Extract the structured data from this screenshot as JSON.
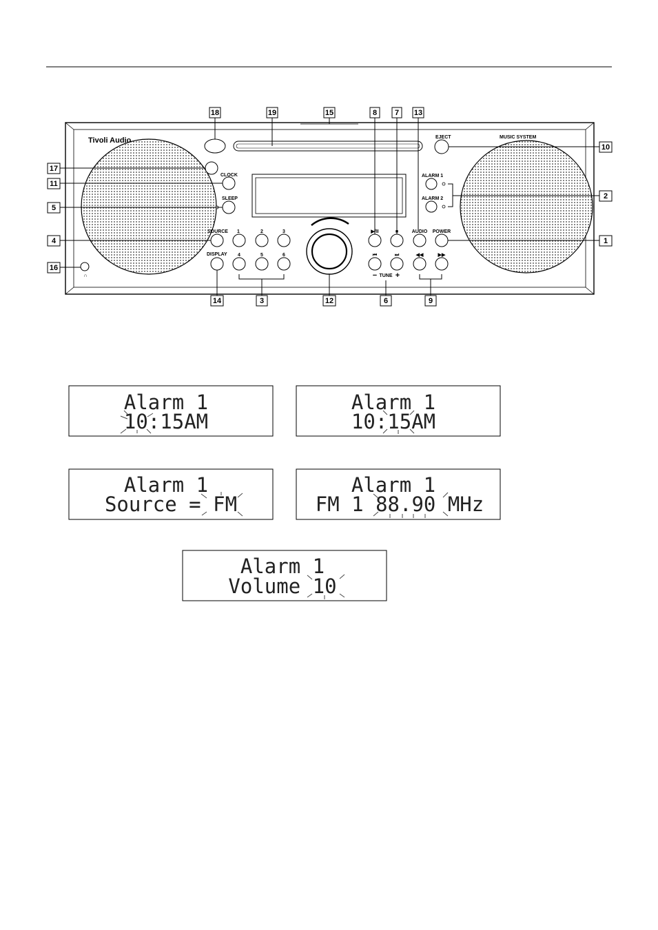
{
  "brand": "Tivoli Audio",
  "model": "MUSIC SYSTEM",
  "buttons": {
    "clock": "CLOCK",
    "sleep": "SLEEP",
    "source": "SOURCE",
    "display": "DISPLAY",
    "preset1": "1",
    "preset2": "2",
    "preset3": "3",
    "preset4": "4",
    "preset5": "5",
    "preset6": "6",
    "play_pause": "▶/II",
    "stop": "■",
    "audio": "AUDIO",
    "power": "POWER",
    "eject": "EJECT",
    "alarm1": "ALARM 1",
    "alarm2": "ALARM 2",
    "prev": "⏮",
    "next": "⏭",
    "rewind": "◀◀",
    "forward": "▶▶",
    "tune_minus": "−",
    "tune": "TUNE",
    "tune_plus": "+",
    "headphone": "∩"
  },
  "callouts": [
    "18",
    "19",
    "15",
    "8",
    "7",
    "13",
    "10",
    "17",
    "11",
    "2",
    "5",
    "4",
    "1",
    "16",
    "14",
    "3",
    "12",
    "6",
    "9"
  ],
  "displays": [
    {
      "line1": "Alarm 1",
      "line2": "10:15AM"
    },
    {
      "line1": "Alarm 1",
      "line2": "10:15AM"
    },
    {
      "line1": "Alarm 1",
      "line2": "Source = FM"
    },
    {
      "line1": "Alarm 1",
      "line2": "FM 1  88.90 MHz"
    },
    {
      "line1": "Alarm 1",
      "line2": "Volume 10"
    }
  ]
}
